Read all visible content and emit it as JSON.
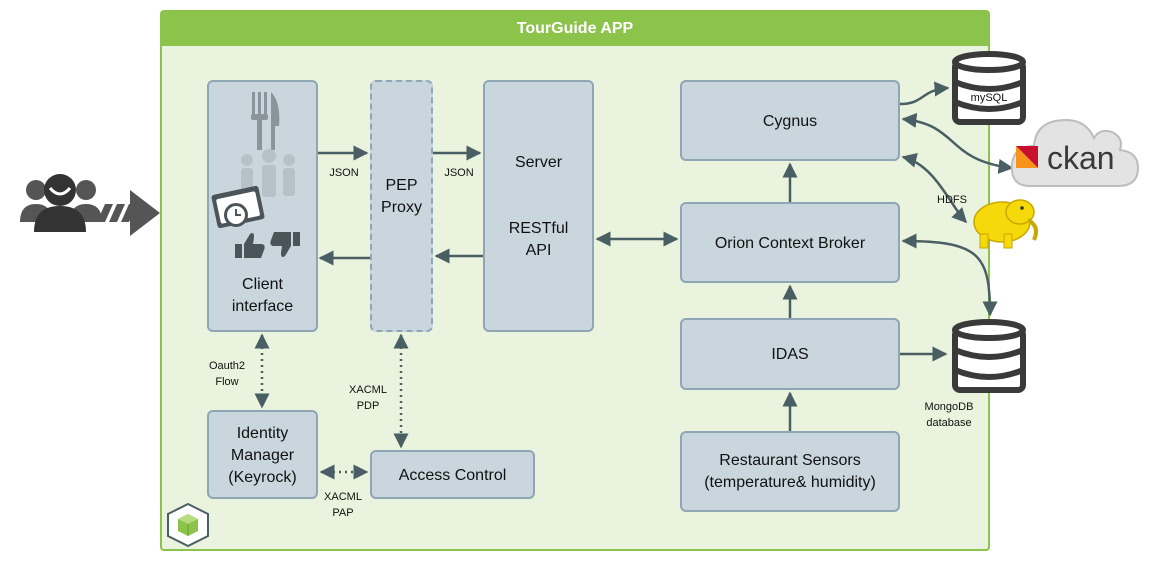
{
  "app_title": "TourGuide APP",
  "boxes": {
    "client": [
      "Client",
      "interface"
    ],
    "pep": [
      "PEP",
      "Proxy"
    ],
    "server": {
      "title": "Server",
      "api": [
        "RESTful",
        "API"
      ]
    },
    "cygnus": "Cygnus",
    "orion": "Orion Context Broker",
    "idas": "IDAS",
    "sensors": [
      "Restaurant  Sensors",
      "(temperature&  humidity)"
    ],
    "identity": [
      "Identity",
      "Manager",
      "(Keyrock)"
    ],
    "access": "Access Control"
  },
  "edge_labels": {
    "json_left": "JSON",
    "json_right": "JSON",
    "oauth": [
      "Oauth2",
      "Flow"
    ],
    "xacml_pdp": [
      "XACML",
      "PDP"
    ],
    "xacml_pap": [
      "XACML",
      "PAP"
    ],
    "hdfs": "HDFS"
  },
  "external": {
    "mysql": "mySQL",
    "ckan": "ckan",
    "mongo": [
      "MongoDB",
      "database"
    ]
  },
  "colors": {
    "frame_green": "#8cc34b",
    "frame_fill": "#e9f3dd",
    "box_fill": "#c9d6de",
    "box_border": "#8fa6b4",
    "arrow": "#4a5f63",
    "hadoop_yellow": "#f5d90a",
    "ckan_red": "#c8102e",
    "ckan_orange": "#f7941d"
  }
}
